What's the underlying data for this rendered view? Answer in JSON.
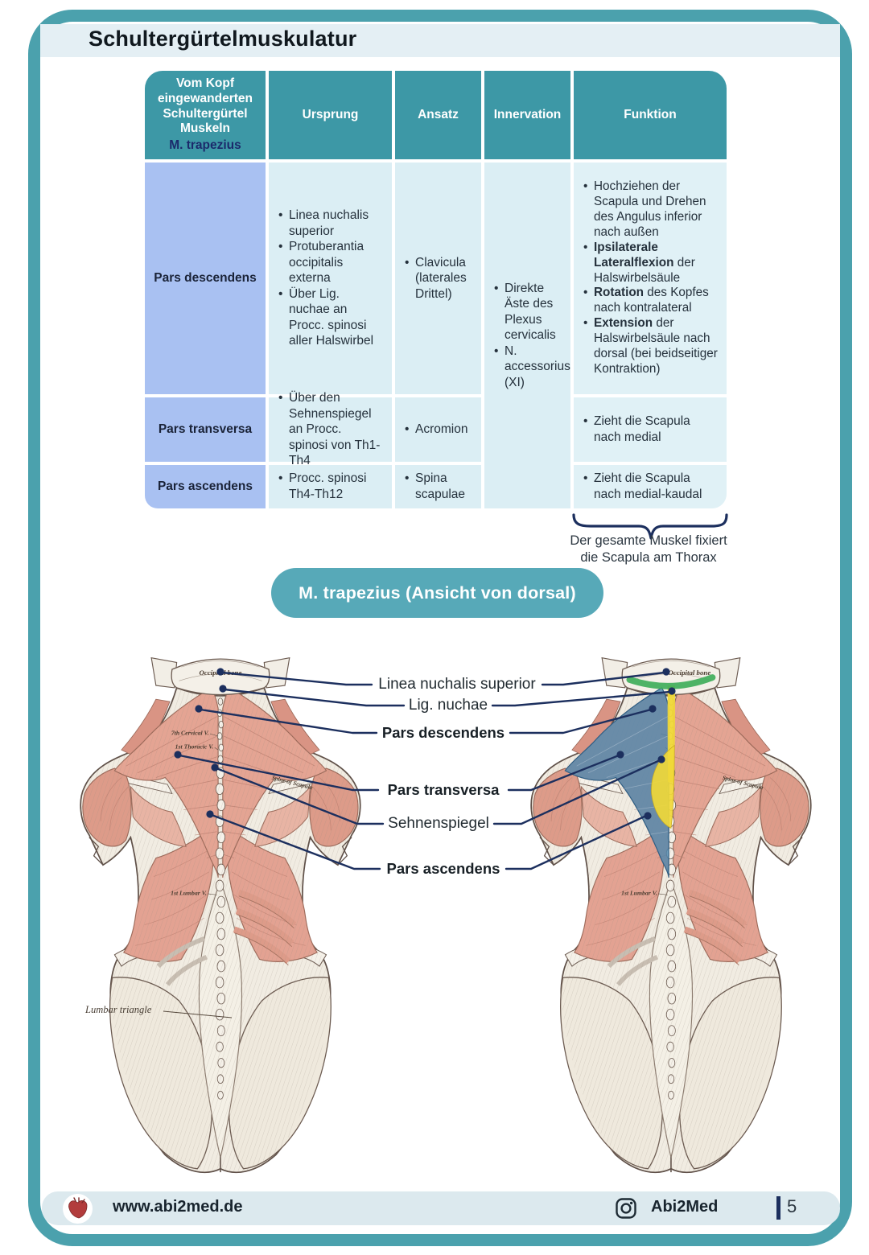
{
  "page": {
    "title": "Schultergürtelmuskulatur"
  },
  "table": {
    "header": {
      "col1_main": "Vom Kopf eingewanderten Schultergürtel Muskeln",
      "col1_sub": "M. trapezius",
      "cols": [
        "Ursprung",
        "Ansatz",
        "Innervation",
        "Funktion"
      ]
    },
    "rows": [
      {
        "label": "Pars descendens",
        "ursprung": [
          [
            {
              "t": "Linea nuchalis superior"
            }
          ],
          [
            {
              "t": "Protuberantia occipitalis externa"
            }
          ],
          [
            {
              "t": "Über Lig. nuchae an Procc. spinosi aller Halswirbel"
            }
          ]
        ],
        "ansatz": [
          [
            {
              "t": "Clavicula (laterales Drittel)"
            }
          ]
        ],
        "funktion": [
          [
            {
              "t": "Hochziehen der Scapula und Drehen des Angulus inferior nach außen"
            }
          ],
          [
            {
              "t": "Ipsilaterale Lateralflexion",
              "b": true
            },
            {
              "t": " der Halswirbelsäule"
            }
          ],
          [
            {
              "t": "Rotation",
              "b": true
            },
            {
              "t": " des Kopfes nach kontralateral"
            }
          ],
          [
            {
              "t": "Extension",
              "b": true
            },
            {
              "t": " der Halswirbelsäule nach dorsal (bei beidseitiger Kontraktion)"
            }
          ]
        ]
      },
      {
        "label": "Pars transversa",
        "ursprung": [
          [
            {
              "t": "Über den Sehnenspiegel an Procc. spinosi von Th1-Th4"
            }
          ]
        ],
        "ansatz": [
          [
            {
              "t": "Acromion"
            }
          ]
        ],
        "funktion": [
          [
            {
              "t": "Zieht die Scapula nach medial"
            }
          ]
        ]
      },
      {
        "label": "Pars ascendens",
        "ursprung": [
          [
            {
              "t": "Procc. spinosi Th4-Th12"
            }
          ]
        ],
        "ansatz": [
          [
            {
              "t": "Spina scapulae"
            }
          ]
        ],
        "funktion": [
          [
            {
              "t": "Zieht die Scapula nach medial-kaudal"
            }
          ]
        ]
      }
    ],
    "innervation": [
      [
        {
          "t": "Direkte Äste des Plexus cervicalis"
        }
      ],
      [
        {
          "t": "N. accessorius (XI)"
        }
      ]
    ],
    "brace_note_line1": "Der gesamte Muskel fixiert",
    "brace_note_line2": "die Scapula am Thorax"
  },
  "figure": {
    "pill": "M. trapezius (Ansicht von dorsal)",
    "labels": [
      "Linea nuchalis superior",
      "Lig. nuchae",
      "Pars descendens",
      "Pars transversa",
      "Sehnenspiegel",
      "Pars ascendens"
    ],
    "engraved": {
      "occipital": "Occipital bone",
      "cervical": "7th Cervical V.",
      "thoracic": "1st Thoracic V.",
      "lumbar": "1st Lumbar V.",
      "spine_scapula": "Spine of Scapula",
      "lumbar_triangle": "Lumbar triangle"
    }
  },
  "footer": {
    "website": "www.abi2med.de",
    "instagram": "Abi2Med",
    "page_number": "5"
  },
  "colors": {
    "teal_frame": "#4BA1AD",
    "teal_header": "#3D98A6",
    "teal_pill": "#57A9B8",
    "strip_blue": "#E4EFF4",
    "footer_blue": "#DCE9EE",
    "row_label_blue": "#A9C1F2",
    "cell_blue": "#DBEEF4",
    "navy": "#1C2F5E",
    "muscle_salmon": "#E4A493",
    "overlay_blue": "#4F86AD",
    "overlay_yellow": "#F0D838",
    "overlay_green": "#3FAE5A",
    "heart_red": "#B23C3C"
  }
}
